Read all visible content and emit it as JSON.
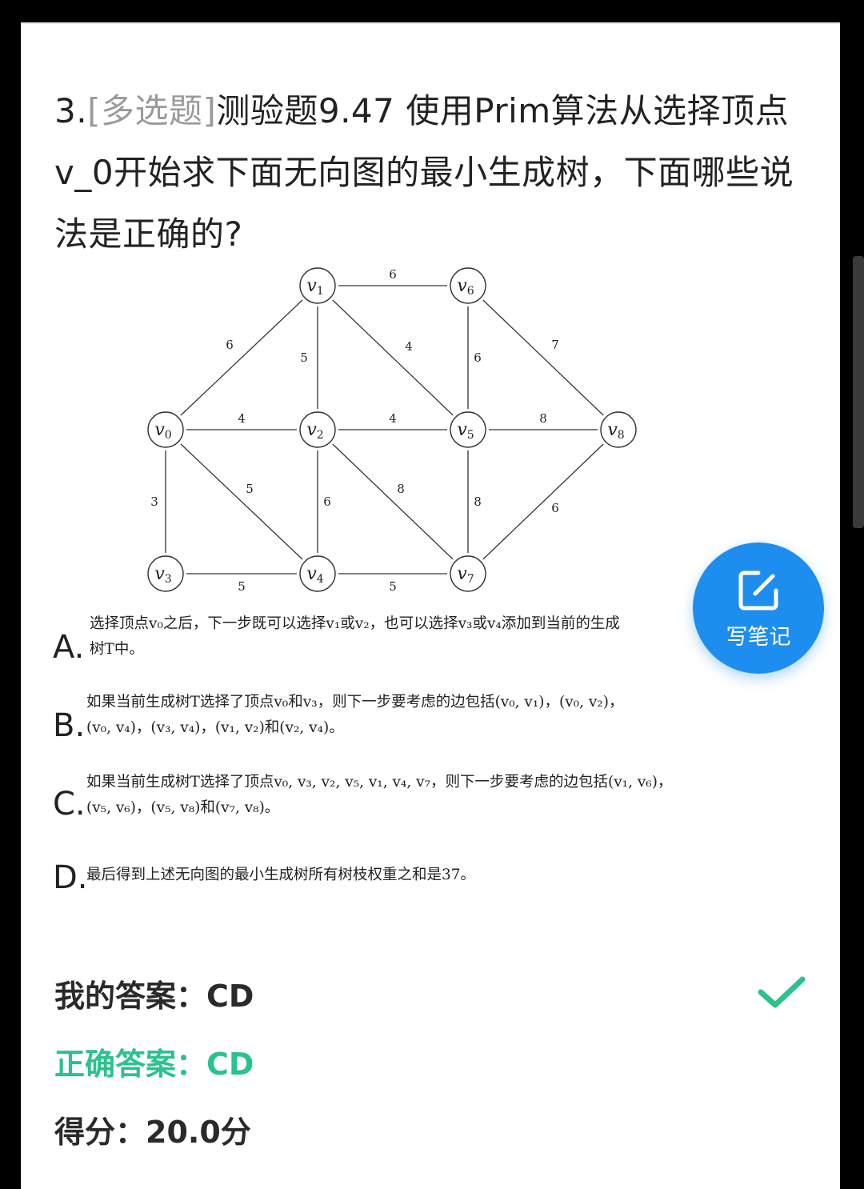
{
  "question": {
    "number": "3.",
    "type": "[多选题]",
    "text": "测验题9.47 使用Prim算法从选择顶点v_0开始求下面无向图的最小生成树，下面哪些说法是正确的?"
  },
  "graph": {
    "nodes": [
      {
        "id": "v0",
        "label": "v",
        "sub": "0"
      },
      {
        "id": "v1",
        "label": "v",
        "sub": "1"
      },
      {
        "id": "v2",
        "label": "v",
        "sub": "2"
      },
      {
        "id": "v3",
        "label": "v",
        "sub": "3"
      },
      {
        "id": "v4",
        "label": "v",
        "sub": "4"
      },
      {
        "id": "v5",
        "label": "v",
        "sub": "5"
      },
      {
        "id": "v6",
        "label": "v",
        "sub": "6"
      },
      {
        "id": "v7",
        "label": "v",
        "sub": "7"
      },
      {
        "id": "v8",
        "label": "v",
        "sub": "8"
      }
    ],
    "edges": [
      {
        "from": "v1",
        "to": "v6",
        "weight": "6"
      },
      {
        "from": "v0",
        "to": "v1",
        "weight": "6"
      },
      {
        "from": "v1",
        "to": "v2",
        "weight": "5"
      },
      {
        "from": "v1",
        "to": "v5",
        "weight": "4"
      },
      {
        "from": "v6",
        "to": "v5",
        "weight": "6"
      },
      {
        "from": "v6",
        "to": "v8",
        "weight": "7"
      },
      {
        "from": "v0",
        "to": "v2",
        "weight": "4"
      },
      {
        "from": "v2",
        "to": "v5",
        "weight": "4"
      },
      {
        "from": "v5",
        "to": "v8",
        "weight": "8"
      },
      {
        "from": "v0",
        "to": "v3",
        "weight": "3"
      },
      {
        "from": "v0",
        "to": "v4",
        "weight": "5"
      },
      {
        "from": "v2",
        "to": "v4",
        "weight": "6"
      },
      {
        "from": "v2",
        "to": "v7",
        "weight": "8"
      },
      {
        "from": "v5",
        "to": "v7",
        "weight": "8"
      },
      {
        "from": "v8",
        "to": "v7",
        "weight": "6"
      },
      {
        "from": "v3",
        "to": "v4",
        "weight": "5"
      },
      {
        "from": "v4",
        "to": "v7",
        "weight": "5"
      }
    ]
  },
  "options": [
    {
      "letter": "A.",
      "line1": "选择顶点v₀之后，下一步既可以选择v₁或v₂，也可以选择v₃或v₄添加到当前的生成",
      "line2": "树T中。"
    },
    {
      "letter": "B.",
      "line1": "如果当前生成树T选择了顶点v₀和v₃，则下一步要考虑的边包括(v₀, v₁)，(v₀, v₂)，",
      "line2": "(v₀, v₄)，(v₃, v₄)，(v₁, v₂)和(v₂, v₄)。"
    },
    {
      "letter": "C.",
      "line1": "如果当前生成树T选择了顶点v₀, v₃, v₂, v₅, v₁, v₄, v₇，则下一步要考虑的边包括(v₁, v₆)，",
      "line2": "(v₅, v₆)，(v₅, v₈)和(v₇, v₈)。"
    },
    {
      "letter": "D.",
      "line1": "最后得到上述无向图的最小生成树所有树枝权重之和是37。",
      "line2": ""
    }
  ],
  "note_button": {
    "label": "写笔记",
    "icon": "edit-note-icon"
  },
  "results": {
    "my_answer": "我的答案：CD",
    "correct_answer": "正确答案：CD",
    "score": "得分：20.0分"
  },
  "colors": {
    "accent_green": "#2bc28b",
    "note_blue": "#1e8df0",
    "type_gray": "#9a9a9a"
  }
}
